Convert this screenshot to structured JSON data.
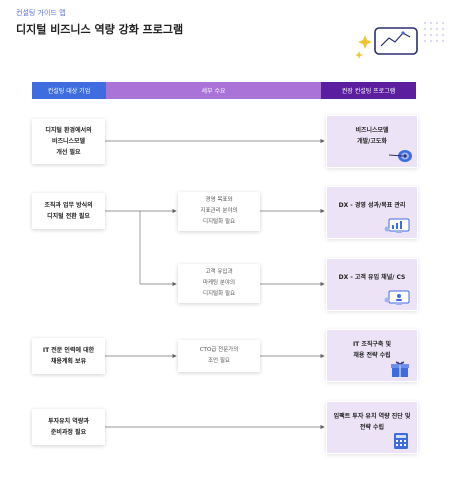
{
  "header": {
    "subtitle": "컨설팅 가이드 맵",
    "title": "디지털 비즈니스 역량 강화 프로그램"
  },
  "columns": {
    "left": "컨설팅 대상 기업",
    "middle": "세부 수요",
    "right": "권장 컨설팅 프로그램"
  },
  "left_items": [
    {
      "lines": [
        "디지털 환경에서의",
        "비즈니스모델",
        "개선 필요"
      ]
    },
    {
      "lines": [
        "조직과 업무 방식의",
        "디지털 전환 필요"
      ]
    },
    {
      "lines": [
        "IT 전문 인력에 대한",
        "채용계획 보유"
      ]
    },
    {
      "lines": [
        "투자유치 역량과",
        "준비과정 필요"
      ]
    }
  ],
  "middle_items": [
    {
      "lines": [
        "경영 목표와",
        "지표관리 분야의",
        "디지털화 필요"
      ]
    },
    {
      "lines": [
        "고객 유입과",
        "마케팅 분야의",
        "디지털화 필요"
      ]
    },
    {
      "lines": [
        "CTO급 전문가의",
        "조언 필요"
      ]
    }
  ],
  "right_items": [
    {
      "lines": [
        "비즈니스모델",
        "개발/고도화"
      ],
      "icon": "target-dart-icon"
    },
    {
      "lines": [
        "DX - 경영 성과/목표 관리"
      ],
      "icon": "dashboard-monitor-icon"
    },
    {
      "lines": [
        "DX - 고객 유입 채널/ CS"
      ],
      "icon": "monitor-customer-icon"
    },
    {
      "lines": [
        "IT 조직구축 및",
        "채용 전략 수립"
      ],
      "icon": "gift-box-icon"
    },
    {
      "lines": [
        "임팩트 투자 유치 역량 진단 및",
        "전략 수립"
      ],
      "icon": "calculator-icon"
    }
  ],
  "colors": {
    "left_header": "#3f6de0",
    "middle_header": "#a973d8",
    "right_header": "#5a1e9e",
    "right_box": "#ece4f6",
    "accent_blue": "#3f6de0"
  }
}
